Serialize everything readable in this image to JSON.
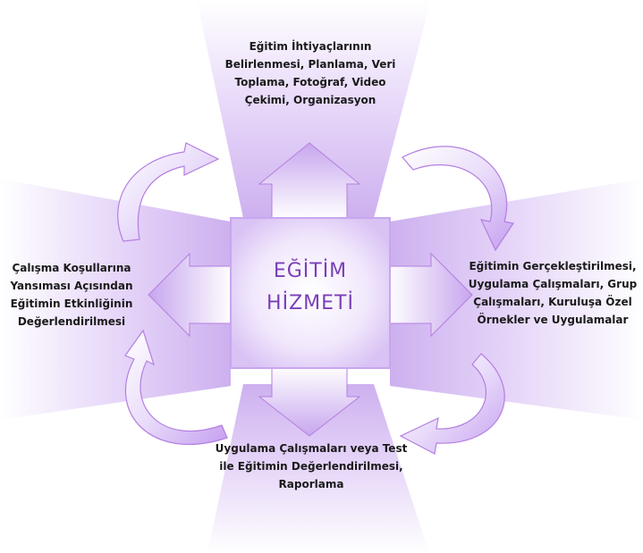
{
  "diagram": {
    "center": {
      "lines": [
        "EĞİTİM",
        "HİZMETİ"
      ]
    },
    "top": {
      "lines": [
        "Eğitim İhtiyaçlarının",
        "Belirlenmesi, Planlama, Veri",
        "Toplama, Fotoğraf, Video",
        "Çekimi, Organizasyon"
      ]
    },
    "right": {
      "lines": [
        "Eğitimin Gerçekleştirilmesi,",
        "Uygulama Çalışmaları, Grup",
        "Çalışmaları, Kuruluşa Özel",
        "Örnekler ve Uygulamalar"
      ]
    },
    "bottom": {
      "lines": [
        "Uygulama Çalışmaları veya Test",
        "ile Eğitimin Değerlendirilmesi,",
        "Raporlama"
      ]
    },
    "left": {
      "lines": [
        "Çalışma Koşullarına",
        "Yansıması Açısından",
        "Eğitimin Etkinliğinin",
        "Değerlendirilmesi"
      ]
    },
    "colors": {
      "accent": "#7a3fb8",
      "fill_light": "#f6f0fd",
      "fill_dark": "#c8a8ef",
      "outline": "#b47fe0"
    }
  }
}
